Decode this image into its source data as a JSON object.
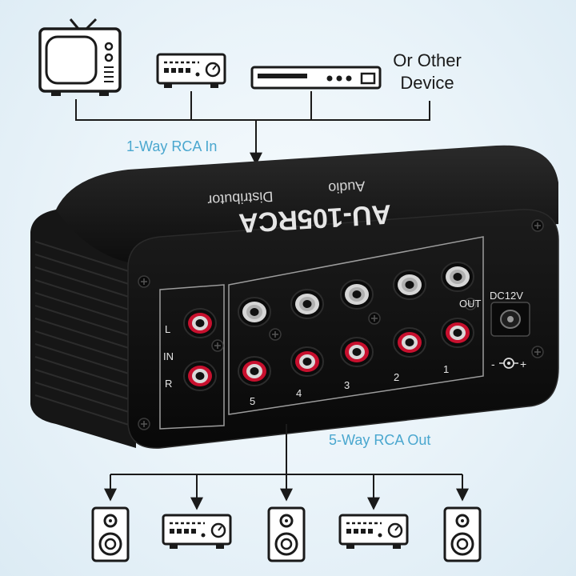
{
  "labels": {
    "input_caption": "1-Way RCA In",
    "output_caption": "5-Way RCA Out",
    "other_device": "Or Other Device"
  },
  "device": {
    "model": "AU-105RCA",
    "line1": "Audio",
    "line2": "Distributor",
    "input_left": "L",
    "input_label": "IN",
    "input_right": "R",
    "output_label": "OUT",
    "power_label": "DC12V",
    "polarity_neg": "-",
    "polarity_pos": "+",
    "channels": [
      "5",
      "4",
      "3",
      "2",
      "1"
    ]
  },
  "icons": {
    "sources": [
      "tv-icon",
      "amplifier-icon",
      "dvd-player-icon"
    ],
    "outputs": [
      "speaker-icon",
      "amplifier-icon",
      "speaker-icon",
      "amplifier-icon",
      "speaker-icon"
    ]
  },
  "colors": {
    "accent": "#4aa7cf",
    "line": "#1a1a1a",
    "device_body": "#121212",
    "jack_red": "#c8102e",
    "jack_white": "#e8e8e8"
  }
}
